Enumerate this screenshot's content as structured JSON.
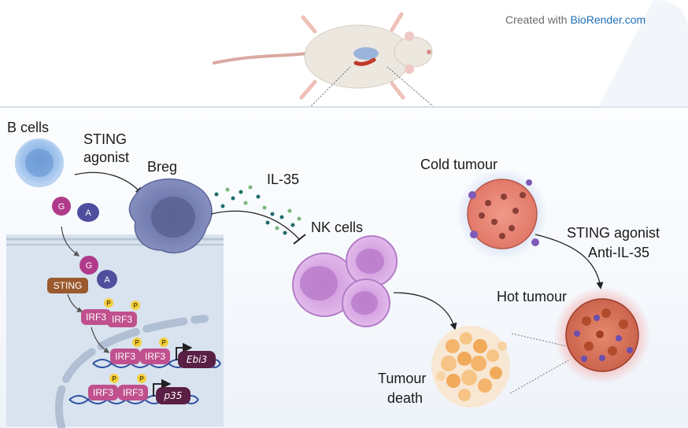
{
  "watermark": {
    "prefix": "Created with ",
    "brand": "BioRender.com"
  },
  "labels": {
    "b_cells": "B cells",
    "sting_agonist_line1": "STING",
    "sting_agonist_line2": "agonist",
    "breg": "Breg",
    "il35": "IL-35",
    "nk_cells": "NK cells",
    "cold_tumour": "Cold tumour",
    "hot_tumour": "Hot tumour",
    "treatment_line1": "STING agonist",
    "treatment_line2": "Anti-IL-35",
    "tumour_death_line1": "Tumour",
    "tumour_death_line2": "death"
  },
  "pathway": {
    "g": "G",
    "a": "A",
    "sting": "STING",
    "irf3": "IRF3",
    "p": "P",
    "genes": [
      "Ebi3",
      "p35"
    ]
  },
  "colors": {
    "b_cell": "#8fb9e8",
    "breg": "#7b86b8",
    "nk_cell": "#d8a8e2",
    "cgas": "#b03a8a",
    "sting_box": "#9a5a2e",
    "irf3": "#c0508e",
    "phospho": "#f4d03f",
    "dna": "#2d4fa0",
    "gene_box": "#5a1f44",
    "cold_tumour": "#e8857a",
    "hot_tumour": "#c25c3a"
  }
}
